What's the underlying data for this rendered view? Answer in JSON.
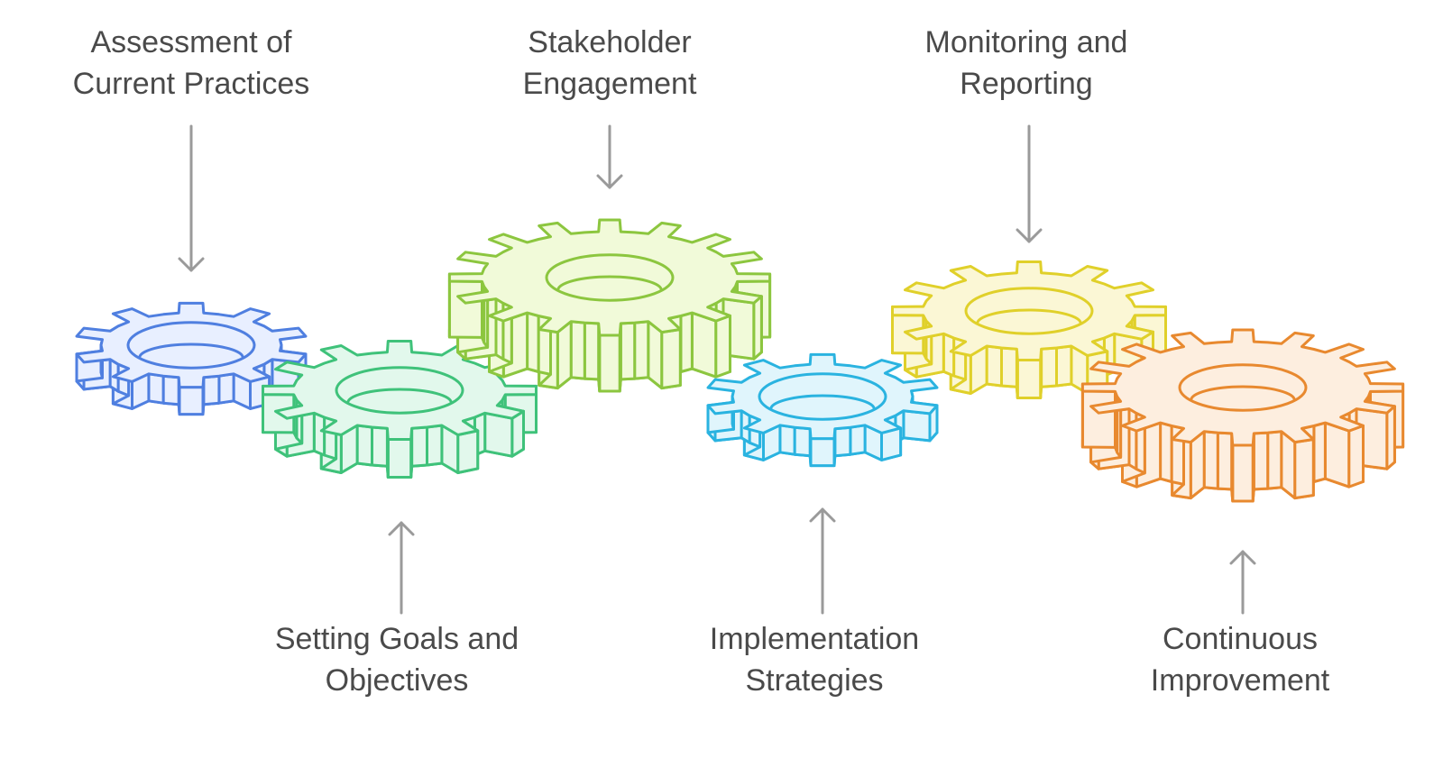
{
  "diagram": {
    "steps": [
      {
        "line1": "Assessment of",
        "line2": "Current Practices",
        "color": "#4f7fe0",
        "fill": "#e8efff",
        "arrow": "down",
        "label_position": "top"
      },
      {
        "line1": "Setting Goals and",
        "line2": "Objectives",
        "color": "#3fc27a",
        "fill": "#e2f8ec",
        "arrow": "up",
        "label_position": "bottom"
      },
      {
        "line1": "Stakeholder",
        "line2": "Engagement",
        "color": "#8cc63f",
        "fill": "#f1fad9",
        "arrow": "down",
        "label_position": "top"
      },
      {
        "line1": "Implementation",
        "line2": "Strategies",
        "color": "#2ab3e0",
        "fill": "#e0f5fc",
        "arrow": "up",
        "label_position": "bottom"
      },
      {
        "line1": "Monitoring and",
        "line2": "Reporting",
        "color": "#e0d02a",
        "fill": "#fbf7d5",
        "arrow": "down",
        "label_position": "top"
      },
      {
        "line1": "Continuous",
        "line2": "Improvement",
        "color": "#e8892f",
        "fill": "#fdeedf",
        "arrow": "up",
        "label_position": "bottom"
      }
    ],
    "arrow_color": "#9a9a9a",
    "text_color": "#4a4a4a"
  }
}
